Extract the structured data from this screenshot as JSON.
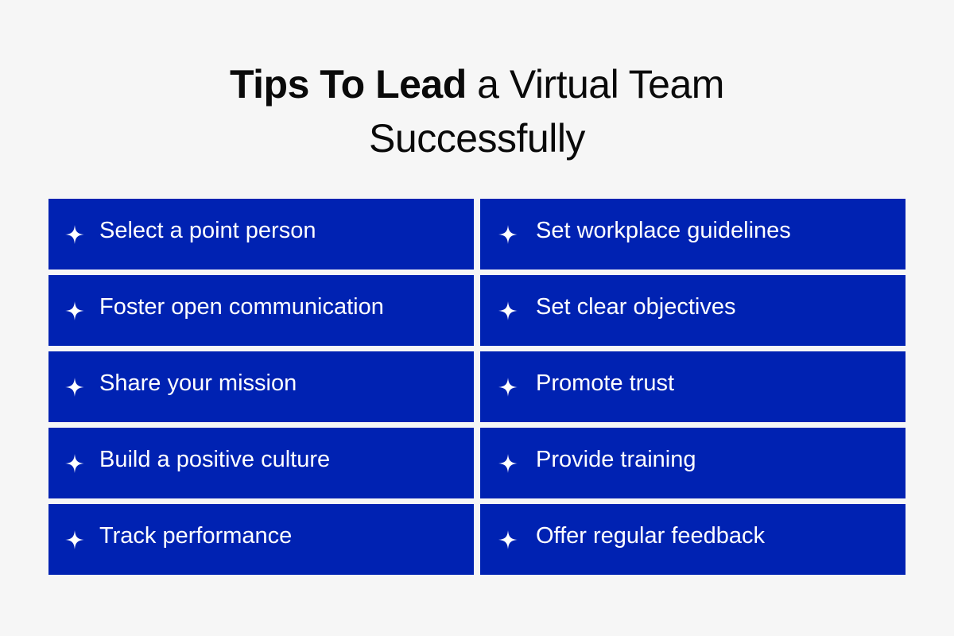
{
  "title": {
    "line1_bold": "Tips To Lead",
    "line1_regular": " a Virtual Team",
    "line2": "Successfully"
  },
  "colors": {
    "background": "#f6f6f6",
    "tile": "#0022b2",
    "tile_text": "#ffffff",
    "title_text": "#0a0a0a"
  },
  "tips": {
    "left": [
      {
        "label": "Select a point person",
        "icon": "sparkle-icon"
      },
      {
        "label": "Foster open communication",
        "icon": "sparkle-icon"
      },
      {
        "label": "Share your mission",
        "icon": "sparkle-icon"
      },
      {
        "label": "Build a positive culture",
        "icon": "sparkle-icon"
      },
      {
        "label": "Track performance",
        "icon": "sparkle-icon"
      }
    ],
    "right": [
      {
        "label": "Set workplace guidelines",
        "icon": "sparkle-icon"
      },
      {
        "label": "Set clear objectives",
        "icon": "sparkle-icon"
      },
      {
        "label": "Promote trust",
        "icon": "sparkle-icon"
      },
      {
        "label": "Provide training",
        "icon": "sparkle-icon"
      },
      {
        "label": "Offer regular feedback",
        "icon": "sparkle-icon"
      }
    ]
  }
}
